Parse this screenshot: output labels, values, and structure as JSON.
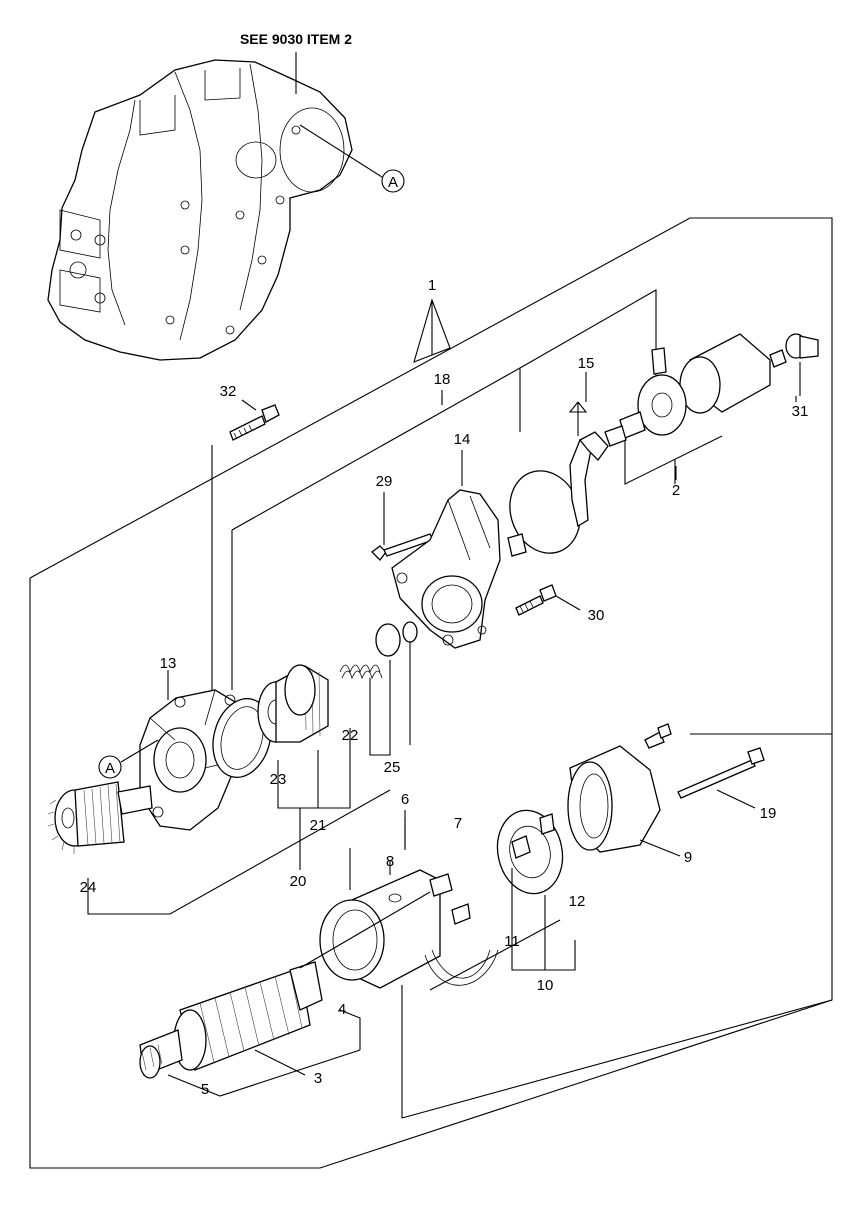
{
  "diagram": {
    "reference_note": "SEE 9030 ITEM 2",
    "callout_letter": "A",
    "part_numbers": [
      "1",
      "2",
      "3",
      "4",
      "5",
      "6",
      "7",
      "8",
      "9",
      "10",
      "11",
      "12",
      "13",
      "14",
      "15",
      "18",
      "19",
      "20",
      "21",
      "22",
      "23",
      "24",
      "25",
      "29",
      "30",
      "31",
      "32"
    ]
  }
}
